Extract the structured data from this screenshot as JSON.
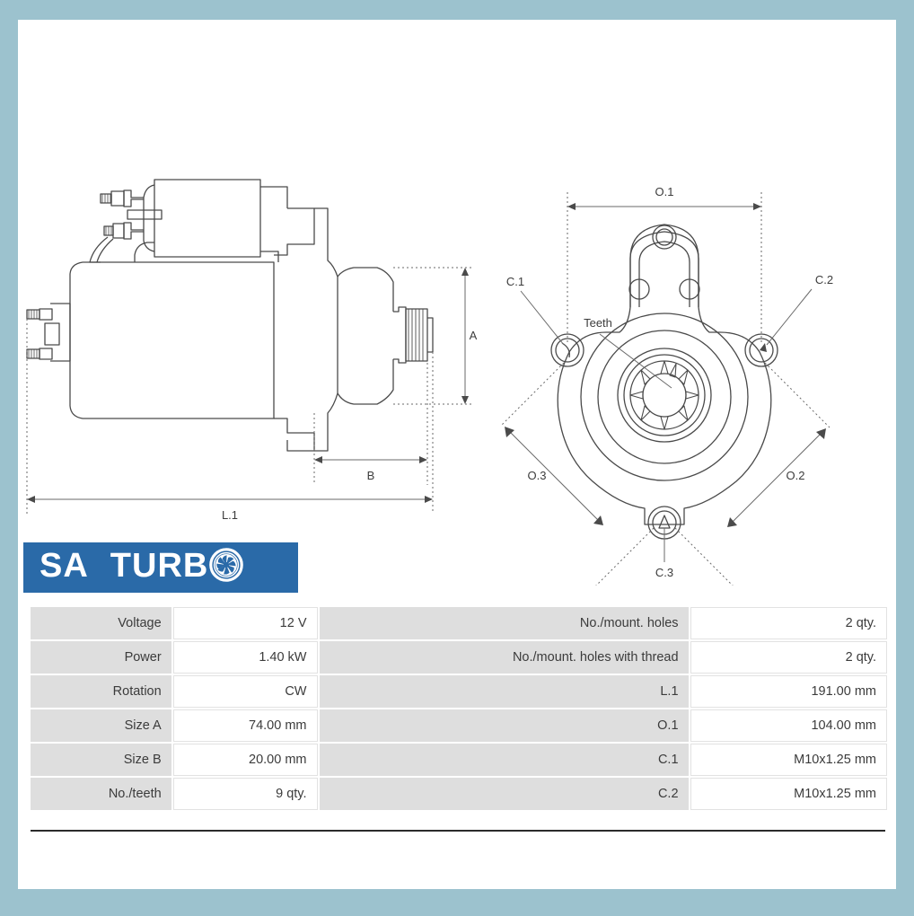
{
  "frame": {
    "border_color": "#9cc2ce",
    "page_background": "#ffffff"
  },
  "logo": {
    "brand_part1": "SA",
    "brand_part2": "TURB",
    "icon": "turbine-wheel-icon",
    "background_color": "#2a6aa8",
    "text_color": "#ffffff"
  },
  "drawings": {
    "side_view": {
      "name": "starter-motor-side-view",
      "dimension_labels": [
        "A",
        "B",
        "L.1"
      ]
    },
    "end_view": {
      "name": "starter-motor-end-view",
      "dimension_labels": [
        "O.1",
        "O.2",
        "O.3",
        "C.1",
        "C.2",
        "C.3"
      ],
      "annotations": [
        "Teeth"
      ]
    }
  },
  "dim": {
    "A": "A",
    "B": "B",
    "L1": "L.1",
    "O1": "O.1",
    "O2": "O.2",
    "O3": "O.3",
    "C1": "C.1",
    "C2": "C.2",
    "C3": "C.3",
    "teeth": "Teeth"
  },
  "spec_table": {
    "rows": [
      {
        "left_label": "Voltage",
        "left_value": "12 V",
        "right_label": "No./mount. holes",
        "right_value": "2 qty."
      },
      {
        "left_label": "Power",
        "left_value": "1.40 kW",
        "right_label": "No./mount. holes with thread",
        "right_value": "2 qty."
      },
      {
        "left_label": "Rotation",
        "left_value": "CW",
        "right_label": "L.1",
        "right_value": "191.00 mm"
      },
      {
        "left_label": "Size A",
        "left_value": "74.00 mm",
        "right_label": "O.1",
        "right_value": "104.00 mm"
      },
      {
        "left_label": "Size B",
        "left_value": "20.00 mm",
        "right_label": "C.1",
        "right_value": "M10x1.25 mm"
      },
      {
        "left_label": "No./teeth",
        "left_value": "9 qty.",
        "right_label": "C.2",
        "right_value": "M10x1.25 mm"
      }
    ]
  }
}
